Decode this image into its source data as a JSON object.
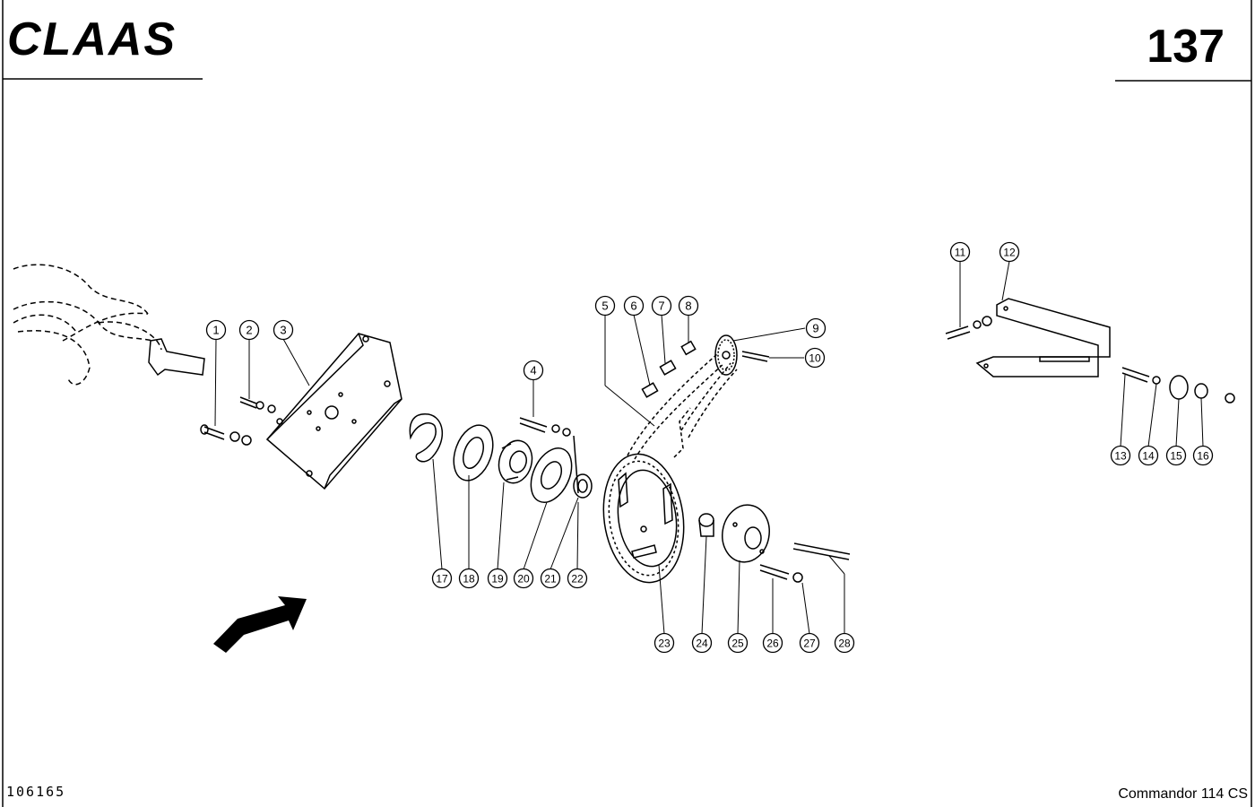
{
  "header": {
    "brand": "CLAAS",
    "page_number": "137"
  },
  "footer": {
    "document_number": "106165",
    "model": "Commandor 114 CS"
  },
  "callouts": [
    "1",
    "2",
    "3",
    "4",
    "5",
    "6",
    "7",
    "8",
    "9",
    "10",
    "11",
    "12",
    "13",
    "14",
    "15",
    "16",
    "17",
    "18",
    "19",
    "20",
    "21",
    "22",
    "23",
    "24",
    "25",
    "26",
    "27",
    "28"
  ]
}
